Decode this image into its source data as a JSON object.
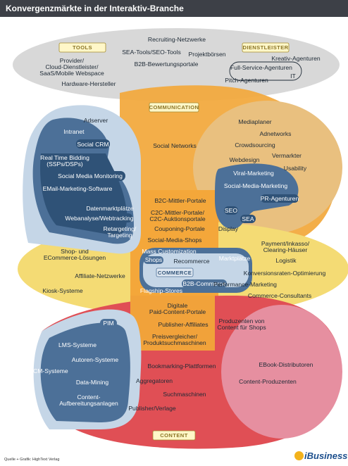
{
  "title": "Konvergenzmärkte in der Interaktiv-Branche",
  "colors": {
    "grey": "#d9d9d9",
    "orange": "#f2a93b",
    "light_orange": "#ecc07a",
    "yellow": "#f3dd76",
    "red": "#e24a4f",
    "pink": "#e58fa0",
    "blue_light": "#c6d6e6",
    "blue_dark": "#4a6f95",
    "blue_darker": "#2d4f73"
  },
  "sections": {
    "tools": "TOOLS",
    "dienstleister": "DIENSTLEISTER",
    "communication": "COMMUNICATION",
    "commerce": "COMMERCE",
    "content": "CONTENT"
  },
  "labels": {
    "recruiting": "Recruiting-Netzwerke",
    "sea_seo_tools": "SEA-Tools/SEO-Tools",
    "projektboersen": "Projektbörsen",
    "b2b_bewertung": "B2B-Bewertungsportale",
    "provider_1": "Provider/",
    "provider_2": "Cloud-Dienstleister/",
    "provider_3": "SaaS/Mobile Webspace",
    "hardware": "Hardware-Hersteller",
    "kreativ": "Kreativ-Agenturen",
    "fullservice": "Full-Service-Agenturen",
    "it": "IT",
    "pitch": "Pitch-Agenturen",
    "adserver": "Adserver",
    "intranet": "Intranet",
    "social_crm": "Social CRM",
    "rtb_1": "Real Time Bidding",
    "rtb_2": "(SSPs/DSPs)",
    "smm": "Social Media Monitoring",
    "email_mkt": "EMail-Marketing-Software",
    "datenmarkt": "Datenmarktplätze",
    "webanalyse": "Webanalyse/Webtracking",
    "retargeting_1": "Retargeting/",
    "retargeting_2": "Targeting",
    "social_networks": "Social Networks",
    "mediaplaner": "Mediaplaner",
    "adnetworks": "Adnetworks",
    "crowdsourcing": "Crowdsourcing",
    "webdesign": "Webdesign",
    "vermarkter": "Vermarkter",
    "usability": "Usability",
    "viral": "Viral-Marketing",
    "social_media_mkt": "Social-Media-Marketing",
    "pr": "PR-Agenturen",
    "seo": "SEO",
    "sea": "SEA",
    "display": "Display",
    "b2c_mittler": "B2C-Mittler-Portale",
    "c2c_1": "C2C-Mittler-Portale/",
    "c2c_2": "C2C-Auktionsportale",
    "couponing": "Couponing-Portale",
    "social_shops": "Social-Media-Shops",
    "mass_custom": "Mass Customization",
    "shops": "Shops",
    "recommerce": "Recommerce",
    "marktplaetze": "Marktplätze",
    "b2b_commerce": "B2B-Commerce",
    "flagship": "Flagship-Stores",
    "shop_loes_1": "Shop- und",
    "shop_loes_2": "ECommerce-Lösungen",
    "affiliate_netz": "Affiliate-Netzwerke",
    "kiosk": "Kiosk-Systeme",
    "payment_1": "Payment/Inkasso/",
    "payment_2": "Clearing-Häuser",
    "logistik": "Logistik",
    "konversion": "Konversionsraten-Optimierung",
    "performance": "Performance-Marketing",
    "commerce_consult": "Commerce-Consultants",
    "digitale_1": "Digitale",
    "digitale_2": "Paid-Content-Portale",
    "publisher_aff": "Publisher-Affiliates",
    "preisvergl_1": "Preisvergleicher/",
    "preisvergl_2": "Produktsuchmaschinen",
    "produzenten_1": "Produzenten von",
    "produzenten_2": "Content für Shops",
    "pim": "PIM",
    "lms": "LMS-Systeme",
    "autoren": "Autoren-Systeme",
    "ecm": "ECM-Systeme",
    "data_mining": "Data-Mining",
    "content_auf_1": "Content-",
    "content_auf_2": "Aufbereitungsanlagen",
    "bookmarking": "Bookmarking-Plattformen",
    "aggregatoren": "Aggregatoren",
    "suchmaschinen": "Suchmaschinen",
    "publisher_verlage": "Publisher/Verlage",
    "ebook": "EBook-Distributoren",
    "content_prod": "Content-Produzenten"
  },
  "footer": {
    "source": "Quelle + Grafik: HighText Verlag",
    "brand": "iBusiness"
  }
}
